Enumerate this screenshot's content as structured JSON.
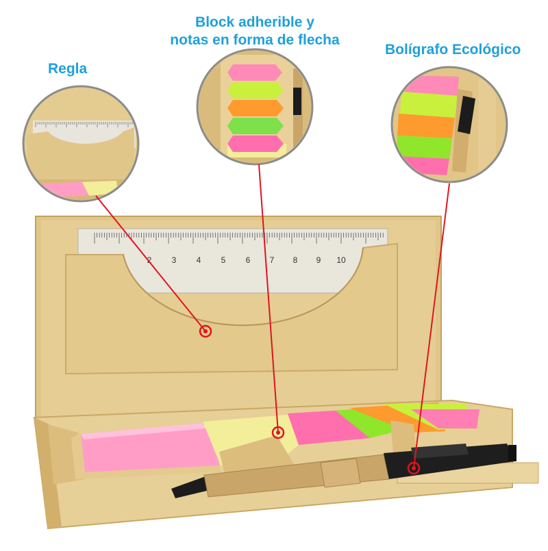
{
  "callouts": {
    "regla": {
      "label": "Regla"
    },
    "block": {
      "line1": "Block adherible y",
      "line2": "notas en forma de flecha"
    },
    "boligrafo": {
      "label": "Bolígrafo Ecológico"
    }
  },
  "ruler": {
    "tick_labels": [
      "2",
      "3",
      "4",
      "5",
      "6",
      "7",
      "8",
      "9",
      "10"
    ]
  },
  "colors": {
    "callout_text": "#1ea0dc",
    "leader_line": "#e0141e",
    "kraft": "#e2c78a",
    "kraft_dark": "#c9a964",
    "note_pink": "#ff7fb4",
    "note_yellow": "#f5f08a",
    "note_green": "#9be020",
    "note_orange": "#ff9a2e",
    "pen_black": "#1c1c1c"
  }
}
